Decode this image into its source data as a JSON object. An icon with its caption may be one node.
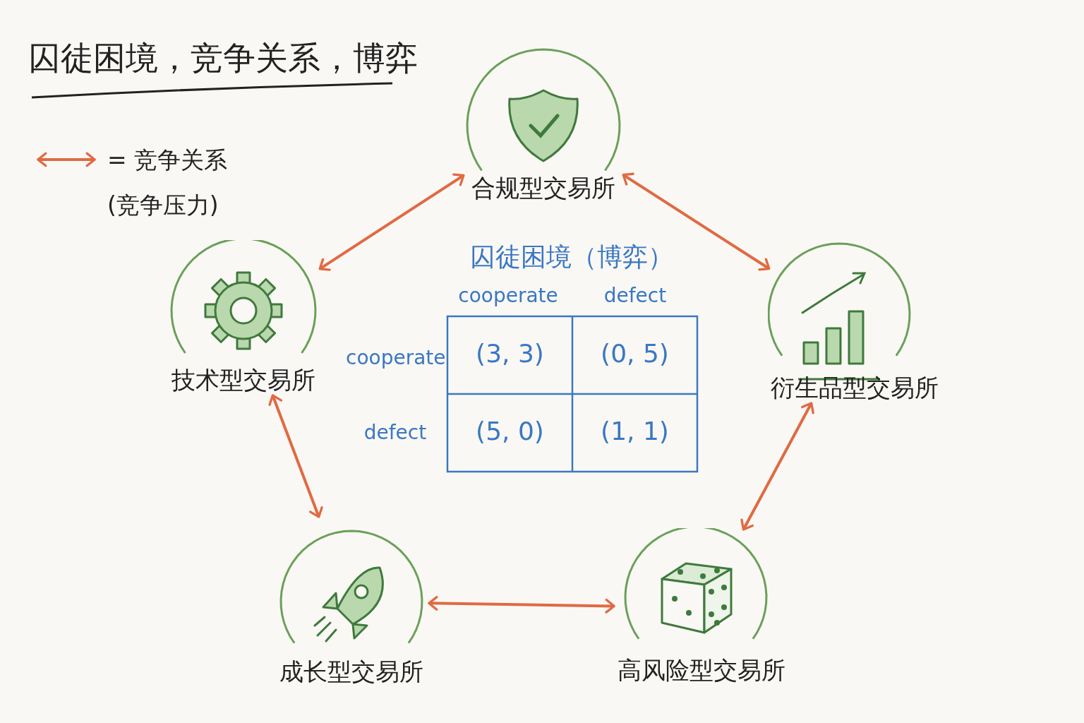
{
  "diagram": {
    "title": "囚徒困境，竞争关系，博弈",
    "nodes": [
      {
        "text": [
          "合规型交易所"
        ]
      },
      {
        "text": [
          "技术型交易所"
        ]
      },
      {
        "text": [
          "衍生品型交易所"
        ]
      },
      {
        "text": [
          "成长型交易所"
        ]
      },
      {
        "text": [
          "高风险型交易所"
        ]
      }
    ],
    "edges": [
      {
        "from": 0,
        "to": 1,
        "arrow": "both"
      },
      {
        "from": 0,
        "to": 2,
        "arrow": "both"
      },
      {
        "from": 1,
        "to": 3,
        "arrow": "both"
      },
      {
        "from": 2,
        "to": 4,
        "arrow": "both"
      },
      {
        "from": 3,
        "to": 4,
        "arrow": "both"
      }
    ],
    "labels": [
      "囚徒困境（博弈）",
      "cooperate",
      "defect",
      "cooperate",
      "(3, 3)",
      "(0, 5)",
      "defect",
      "(5, 0)",
      "(1, 1)"
    ],
    "legend": [
      {
        "text": "= 竞争关系 (竞争压力)"
      }
    ]
  }
}
